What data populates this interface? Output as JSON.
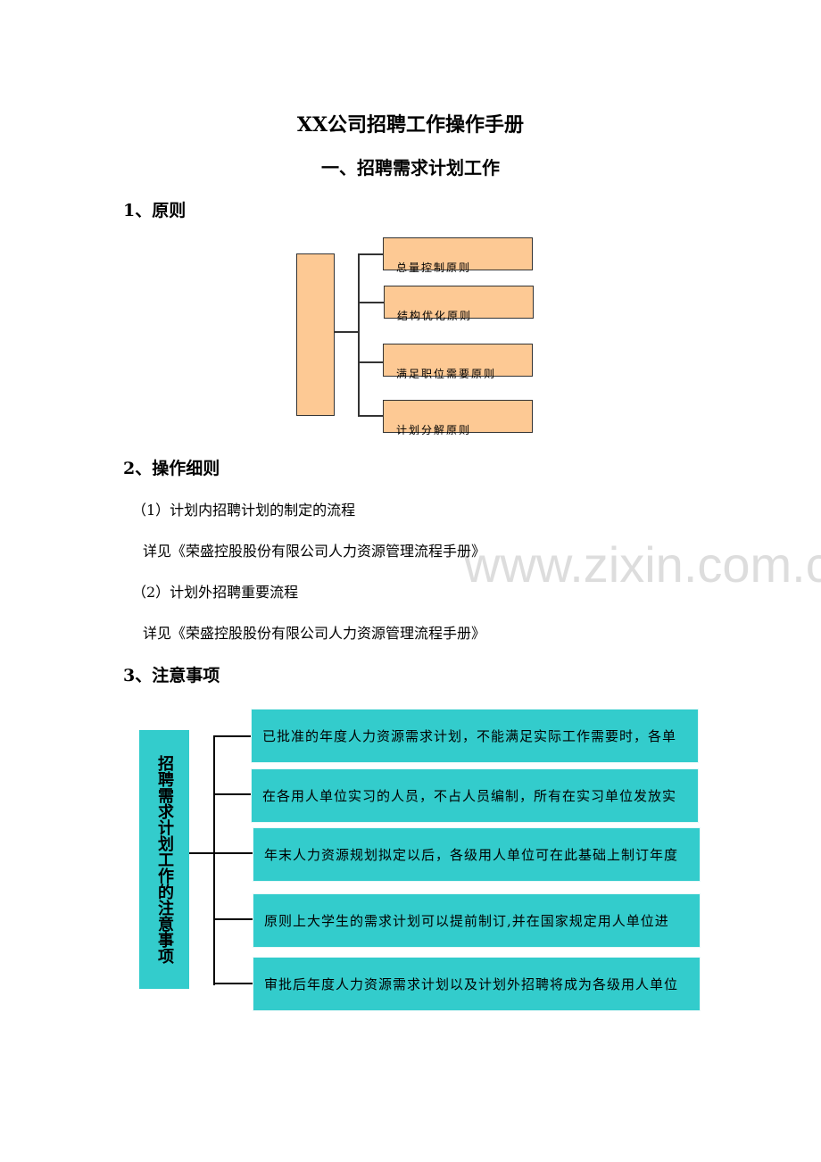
{
  "title": "XX公司招聘工作操作手册",
  "section1": "一、招聘需求计划工作",
  "h1": "1、原则",
  "principles": [
    "总量控制原则",
    "结构优化原则",
    "满足职位需要原则",
    "计划分解原则"
  ],
  "h2": "2、操作细则",
  "items": [
    {
      "label": "（1）计划内招聘计划的制定的流程",
      "detail": "详见《荣盛控股股份有限公司人力资源管理流程手册》"
    },
    {
      "label": "（2）计划外招聘重要流程",
      "detail": "详见《荣盛控股股份有限公司人力资源管理流程手册》"
    }
  ],
  "h3": "3、注意事项",
  "notes_title": "招聘需求计划工作的注意事项",
  "notes": [
    "已批准的年度人力资源需求计划，不能满足实际工作需要时，各单",
    "在各用人单位实习的人员，不占人员编制，所有在实习单位发放实",
    "年末人力资源规划拟定以后，各级用人单位可在此基础上制订年度",
    "原则上大学生的需求计划可以提前制订,并在国家规定用人单位进",
    "审批后年度人力资源需求计划以及计划外招聘将成为各级用人单位"
  ],
  "colors": {
    "principle_box": "#fdc994",
    "note_box": "#33cccc"
  },
  "watermark": "www.zixin.com.cn"
}
